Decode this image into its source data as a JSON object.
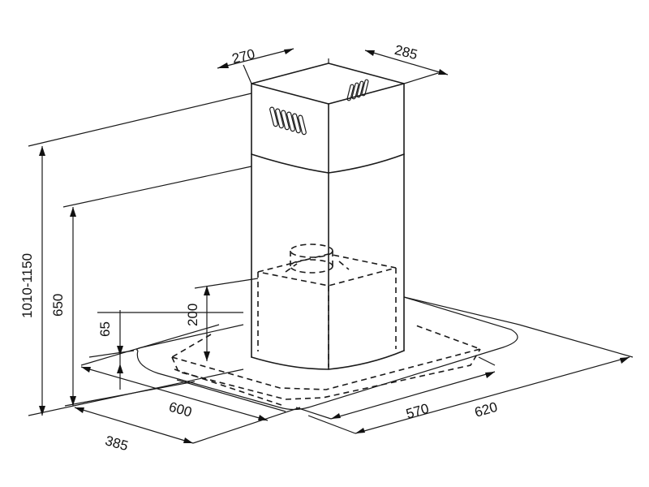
{
  "dimensions": {
    "chimney_width": "270",
    "chimney_depth": "285",
    "total_height": "1010-1150",
    "hood_height": "650",
    "canopy_height": "200",
    "glass_thickness": "65",
    "glass_width": "600",
    "glass_depth": "385",
    "hood_width_inner": "570",
    "hood_width_outer": "620"
  },
  "colors": {
    "line": "#1a1a1a",
    "background": "#ffffff"
  }
}
